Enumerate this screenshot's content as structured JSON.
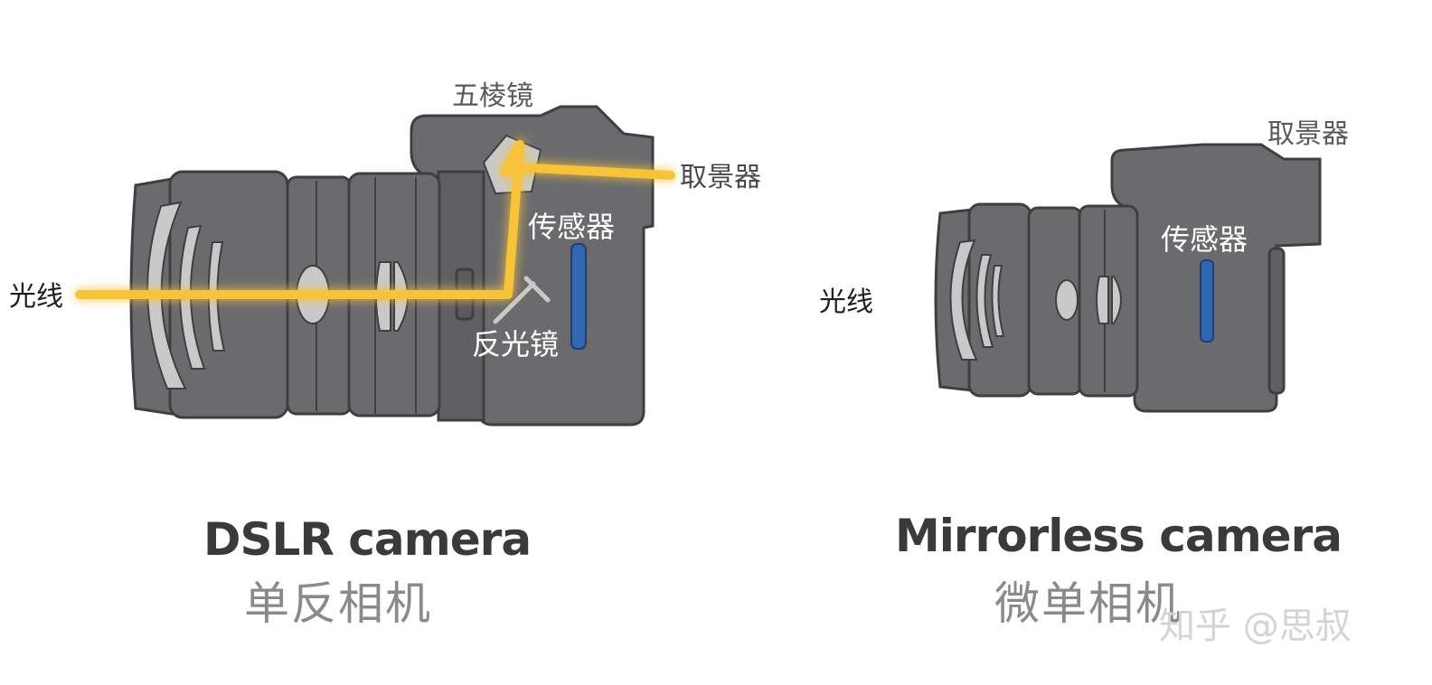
{
  "dslr": {
    "labels": {
      "pentaprism": "五棱镜",
      "viewfinder": "取景器",
      "sensor": "传感器",
      "light": "光线",
      "mirror": "反光镜"
    },
    "caption_en": "DSLR camera",
    "caption_zh": "单反相机"
  },
  "mirrorless": {
    "labels": {
      "viewfinder": "取景器",
      "sensor": "传感器",
      "light": "光线"
    },
    "caption_en": "Mirrorless camera",
    "caption_zh": "微单相机"
  },
  "watermark": "知乎 @思叔",
  "colors": {
    "body": "#6b6b6d",
    "body_outline": "#3f3f41",
    "lens_element": "#c9c9c9",
    "light_ray": "#f6c33a",
    "sensor": "#2f67b3",
    "label_dark": "#4a4a4a",
    "label_light": "#ffffff"
  }
}
